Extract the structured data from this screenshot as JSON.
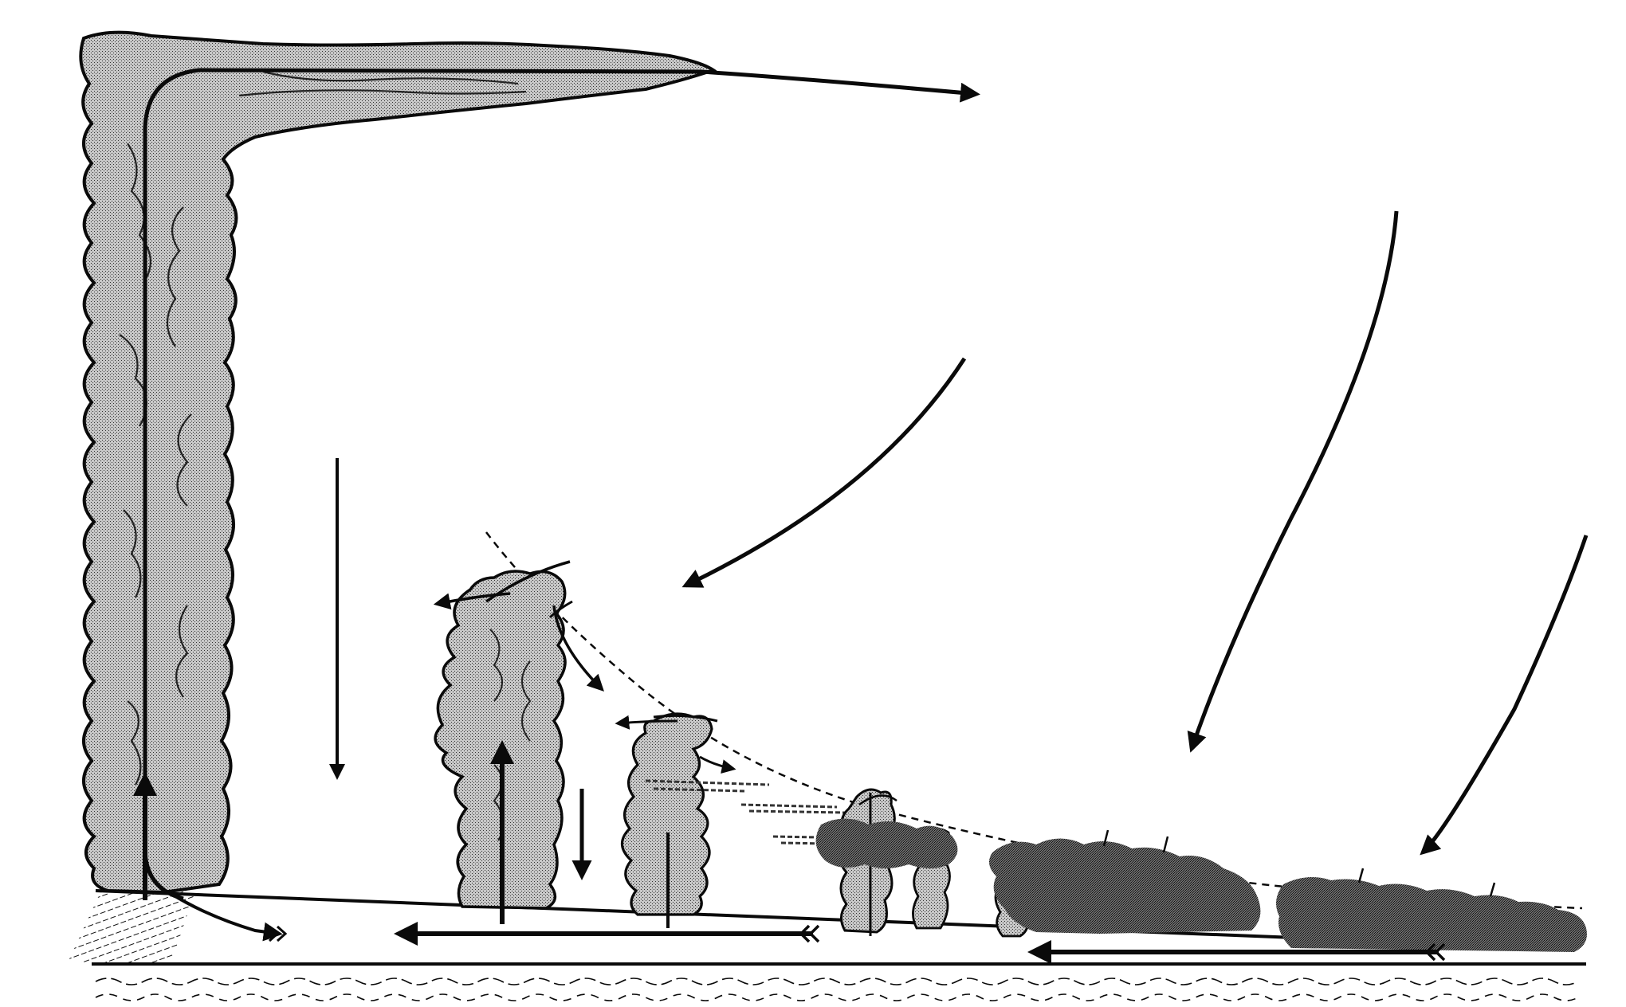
{
  "figure": {
    "labels": [],
    "colors": {
      "ink": "#0a0a0a",
      "cloud_light": "#a9a9a9",
      "cloud_dark": "#4a4a4a",
      "background": "#ffffff"
    },
    "elements": [
      "deep-convective-tower-with-anvil",
      "congestus-clouds",
      "cumulus-clouds",
      "stratocumulus-layer",
      "subsiding-flow-arrows",
      "updraft-arrows",
      "low-level-return-flow-arrows",
      "ocean-surface",
      "trade-wind-inversion"
    ]
  }
}
